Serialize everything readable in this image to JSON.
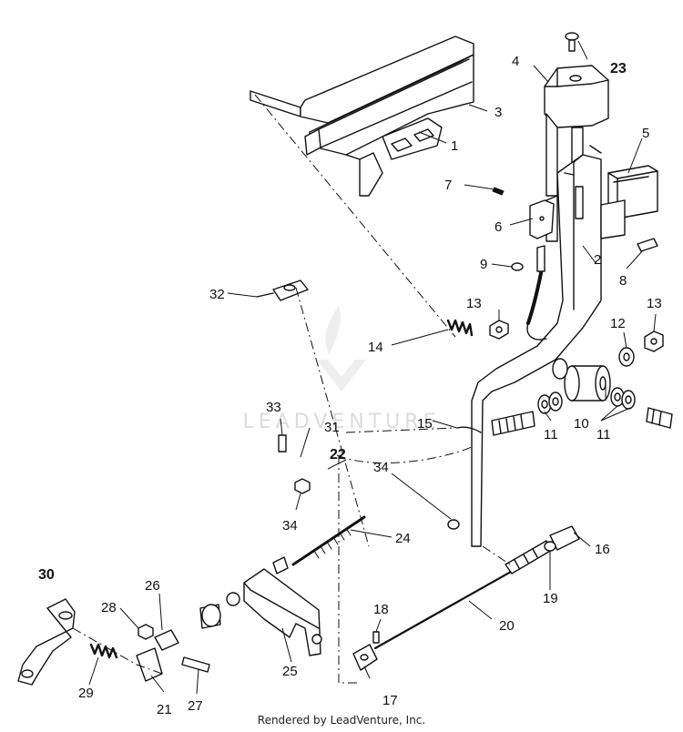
{
  "watermark": "LEADVENTURE",
  "footer": "Rendered by LeadVenture, Inc.",
  "callouts": {
    "c1": "1",
    "c2": "2",
    "c3": "3",
    "c4": "4",
    "c5": "5",
    "c6": "6",
    "c7": "7",
    "c8": "8",
    "c9": "9",
    "c10": "10",
    "c11a": "11",
    "c11b": "11",
    "c12": "12",
    "c13a": "13",
    "c13b": "13",
    "c14": "14",
    "c15": "15",
    "c16": "16",
    "c17": "17",
    "c18": "18",
    "c19": "19",
    "c20": "20",
    "c21": "21",
    "c22": "22",
    "c23": "23",
    "c24": "24",
    "c25": "25",
    "c26": "26",
    "c27": "27",
    "c28": "28",
    "c29": "29",
    "c30": "30",
    "c31": "31",
    "c32": "32",
    "c33": "33",
    "c34a": "34",
    "c34b": "34"
  }
}
